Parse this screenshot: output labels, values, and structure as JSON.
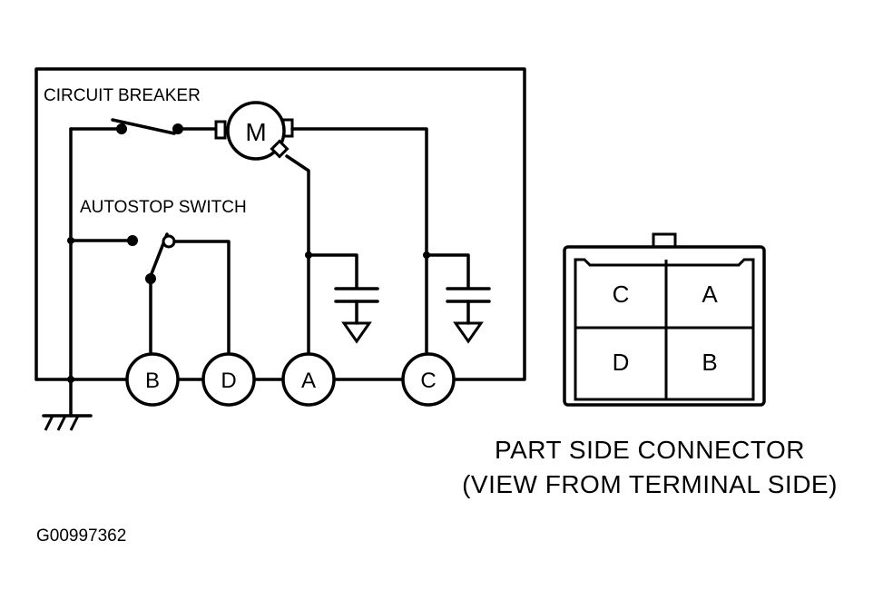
{
  "labels": {
    "circuit_breaker": "CIRCUIT BREAKER",
    "autostop_switch": "AUTOSTOP SWITCH",
    "motor": "M",
    "caption_line1": "PART SIDE CONNECTOR",
    "caption_line2": "(VIEW FROM TERMINAL SIDE)",
    "figure_id": "G00997362"
  },
  "terminals": [
    "B",
    "D",
    "A",
    "C"
  ],
  "connector_cells": {
    "top_left": "C",
    "top_right": "A",
    "bottom_left": "D",
    "bottom_right": "B"
  }
}
